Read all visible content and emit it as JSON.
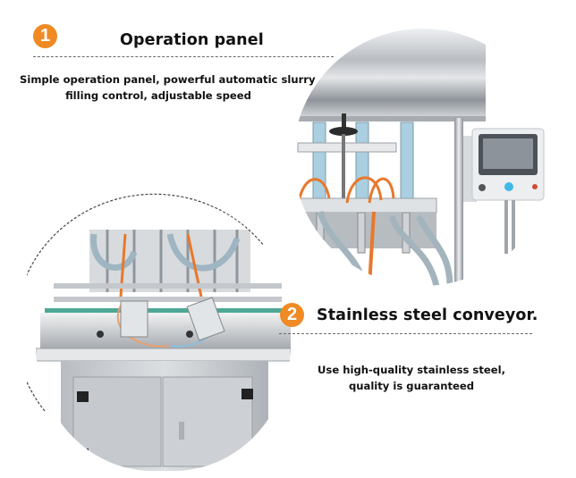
{
  "features": [
    {
      "number": "1",
      "title": "Operation panel",
      "description_line1": "Simple operation panel, powerful automatic slurry",
      "description_line2": "filling control, adjustable speed",
      "image_icon": "filling-head-control-panel-photo"
    },
    {
      "number": "2",
      "title": "Stainless steel conveyor.",
      "description_line1": "Use high-quality stainless steel,",
      "description_line2": "quality is guaranteed",
      "image_icon": "conveyor-cabinet-photo"
    }
  ],
  "colors": {
    "badge": "#f08a24",
    "dash": "#6a6a6a",
    "steel": "#c9ccd0",
    "hose_orange": "#e8782c",
    "hose_blue": "#9fc6da",
    "belt_green": "#4fa896"
  }
}
